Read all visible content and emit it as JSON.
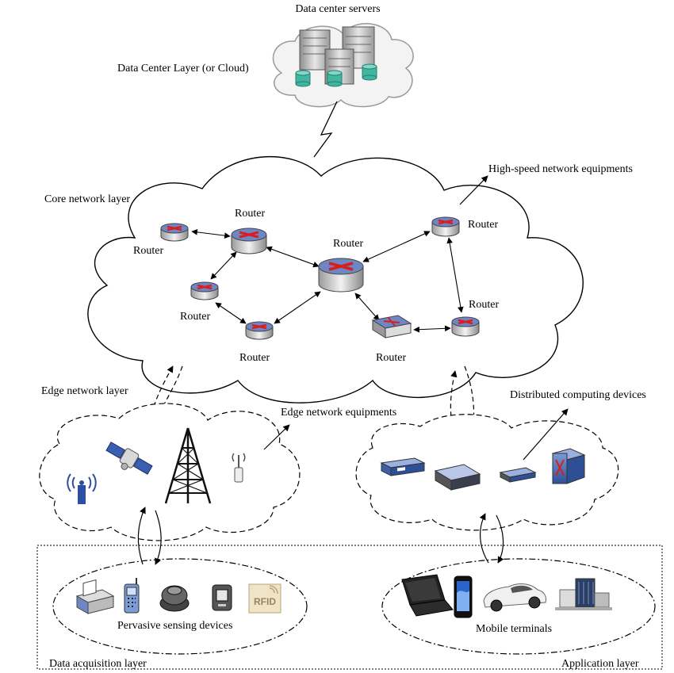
{
  "title": "Data center servers",
  "layers": {
    "cloud": "Data Center Layer (or Cloud)",
    "core": "Core network layer",
    "edge": "Edge network layer",
    "acquisition": "Data acquisition layer",
    "application": "Application  layer"
  },
  "annotations": {
    "high_speed": "High-speed network equipments",
    "edge_equipment": "Edge network equipments",
    "distributed": "Distributed computing devices",
    "pervasive": "Pervasive sensing devices",
    "mobile": "Mobile terminals"
  },
  "router_label": "Router",
  "device_icons": {
    "edge_left": [
      "wireless-tower-icon",
      "satellite-icon",
      "cell-tower-icon",
      "antenna-icon"
    ],
    "edge_right": [
      "network-device-icon",
      "switch-icon",
      "hub-icon",
      "cross-connect-icon"
    ],
    "sensing": [
      "fax-printer-icon",
      "mobile-phone-icon",
      "sensor-icon",
      "card-reader-icon",
      "rfid-tag-icon"
    ],
    "mobile": [
      "laptop-icon",
      "smartphone-icon",
      "car-icon",
      "smart-building-icon"
    ]
  },
  "rfid_text": "RFID",
  "colors": {
    "router_top": "#6f86c4",
    "router_arrow": "#d81f1f",
    "server": "#c8c8c8",
    "disk": "#3fb6a0"
  }
}
